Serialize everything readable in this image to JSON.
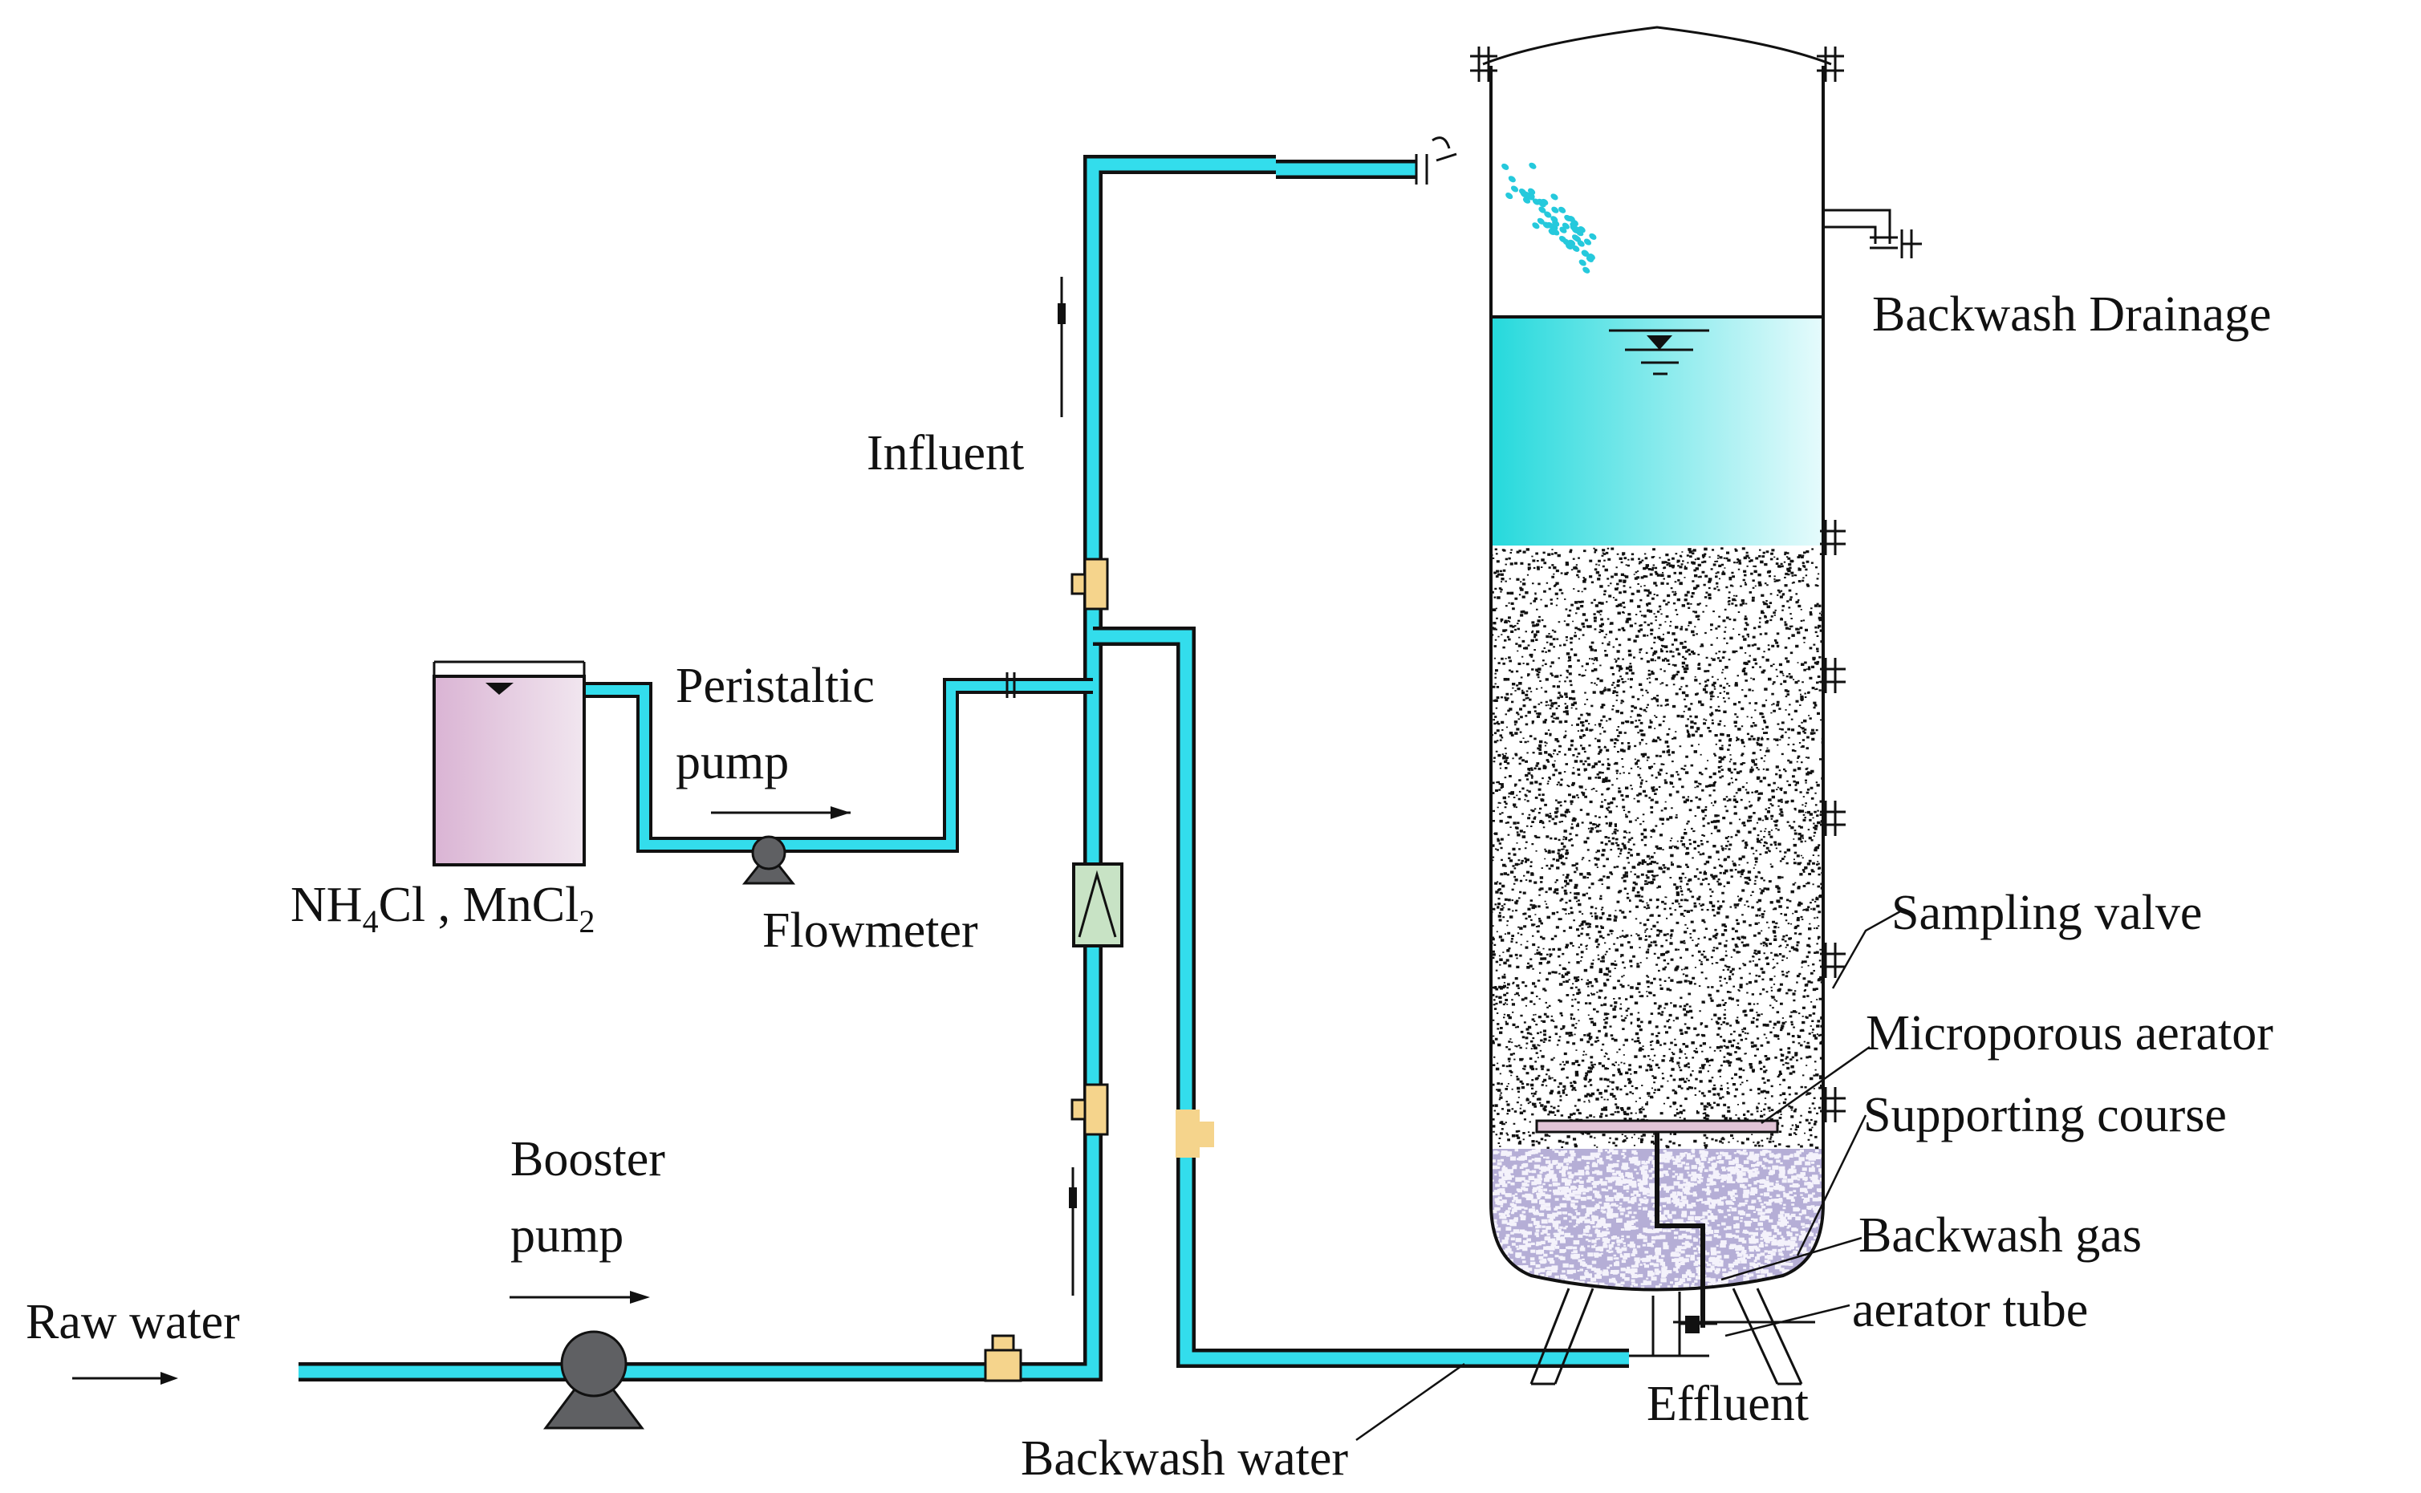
{
  "labels": {
    "raw_water": "Raw water",
    "booster_pump": [
      "Booster",
      "pump"
    ],
    "chemicals": {
      "a": "NH",
      "a_sub": "4",
      "b": "Cl , MnCl",
      "b_sub": "2"
    },
    "peristaltic_pump": [
      "Peristaltic",
      "pump"
    ],
    "flowmeter": "Flowmeter",
    "influent": "Influent",
    "backwash_water": "Backwash water",
    "backwash_drainage": "Backwash Drainage",
    "sampling_valve": "Sampling valve",
    "microporous_aerator": "Microporous aerator",
    "supporting_course": "Supporting course",
    "backwash_gas_aerator_tube": [
      "Backwash gas",
      "aerator tube"
    ],
    "effluent": "Effluent"
  },
  "icons": {
    "pump": "pump-icon",
    "valve": "valve-icon",
    "flowmeter": "flowmeter-icon",
    "sampling_valve": "sampling-valve-icon",
    "water_level": "water-level-icon",
    "flow_arrow": "flow-arrow-icon"
  },
  "colors": {
    "pipe": "#33ddec",
    "pipe_outline": "#111111",
    "chemical_tank": "#dab4d4",
    "water_top": "#25d9dc",
    "water_light": "#e6fbfc",
    "filter_media": "#ffffff",
    "support_gravel": "#b5aed6",
    "valve": "#f5d48c",
    "flowmeter": "#c8e3c5",
    "pump": "#5f6063",
    "aerator_plate": "#e1c4d6",
    "spray": "#25c9dc"
  }
}
